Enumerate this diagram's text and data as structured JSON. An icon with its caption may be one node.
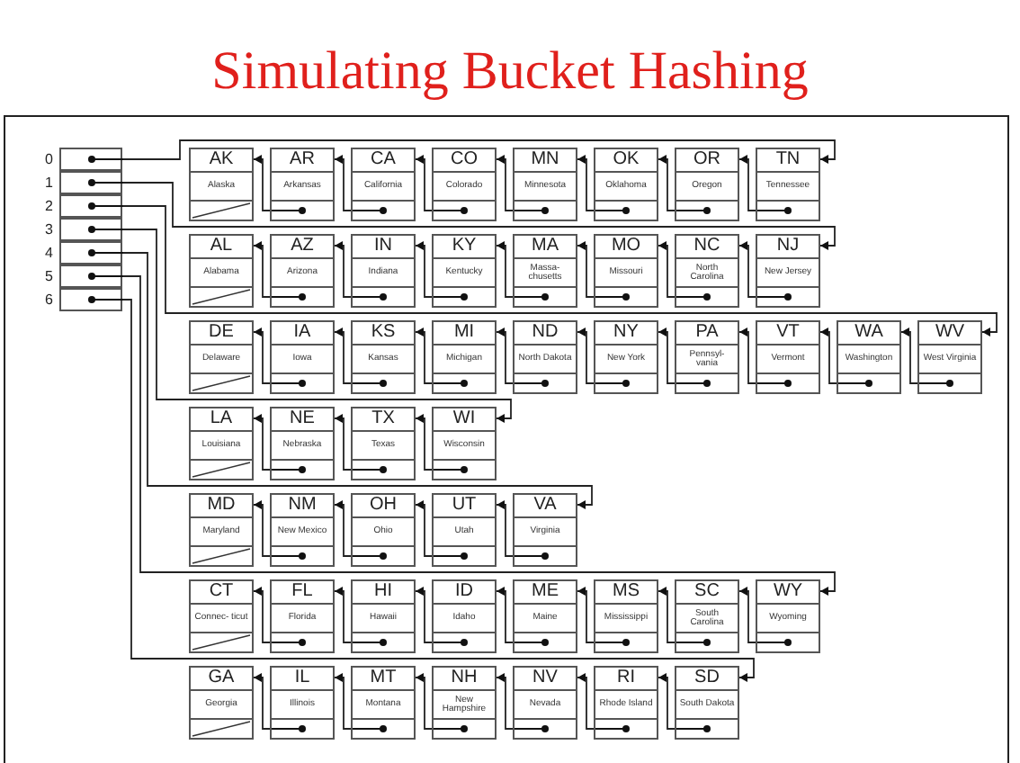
{
  "diagram": {
    "title": "Simulating Bucket Hashing",
    "nodes": [
      {
        "text": [
          "0"
        ]
      },
      {
        "text": [
          "1"
        ]
      },
      {
        "text": [
          "2"
        ]
      },
      {
        "text": [
          "3"
        ]
      },
      {
        "text": [
          "4"
        ]
      },
      {
        "text": [
          "5"
        ]
      },
      {
        "text": [
          "6"
        ]
      },
      {
        "text": [
          "AK",
          "Alaska"
        ]
      },
      {
        "text": [
          "AR",
          "Arkansas"
        ]
      },
      {
        "text": [
          "CA",
          "California"
        ]
      },
      {
        "text": [
          "CO",
          "Colorado"
        ]
      },
      {
        "text": [
          "MN",
          "Minnesota"
        ]
      },
      {
        "text": [
          "OK",
          "Oklahoma"
        ]
      },
      {
        "text": [
          "OR",
          "Oregon"
        ]
      },
      {
        "text": [
          "TN",
          "Tennessee"
        ]
      },
      {
        "text": [
          "AL",
          "Alabama"
        ]
      },
      {
        "text": [
          "AZ",
          "Arizona"
        ]
      },
      {
        "text": [
          "IN",
          "Indiana"
        ]
      },
      {
        "text": [
          "KY",
          "Kentucky"
        ]
      },
      {
        "text": [
          "MA",
          "Massa- chusetts"
        ]
      },
      {
        "text": [
          "MO",
          "Missouri"
        ]
      },
      {
        "text": [
          "NC",
          "North Carolina"
        ]
      },
      {
        "text": [
          "NJ",
          "New Jersey"
        ]
      },
      {
        "text": [
          "DE",
          "Delaware"
        ]
      },
      {
        "text": [
          "IA",
          "Iowa"
        ]
      },
      {
        "text": [
          "KS",
          "Kansas"
        ]
      },
      {
        "text": [
          "MI",
          "Michigan"
        ]
      },
      {
        "text": [
          "ND",
          "North Dakota"
        ]
      },
      {
        "text": [
          "NY",
          "New York"
        ]
      },
      {
        "text": [
          "PA",
          "Pennsyl- vania"
        ]
      },
      {
        "text": [
          "VT",
          "Vermont"
        ]
      },
      {
        "text": [
          "WA",
          "Washington"
        ]
      },
      {
        "text": [
          "WV",
          "West Virginia"
        ]
      },
      {
        "text": [
          "LA",
          "Louisiana"
        ]
      },
      {
        "text": [
          "NE",
          "Nebraska"
        ]
      },
      {
        "text": [
          "TX",
          "Texas"
        ]
      },
      {
        "text": [
          "WI",
          "Wisconsin"
        ]
      },
      {
        "text": [
          "MD",
          "Maryland"
        ]
      },
      {
        "text": [
          "NM",
          "New Mexico"
        ]
      },
      {
        "text": [
          "OH",
          "Ohio"
        ]
      },
      {
        "text": [
          "UT",
          "Utah"
        ]
      },
      {
        "text": [
          "VA",
          "Virginia"
        ]
      },
      {
        "text": [
          "CT",
          "Connec- ticut"
        ]
      },
      {
        "text": [
          "FL",
          "Florida"
        ]
      },
      {
        "text": [
          "HI",
          "Hawaii"
        ]
      },
      {
        "text": [
          "ID",
          "Idaho"
        ]
      },
      {
        "text": [
          "ME",
          "Maine"
        ]
      },
      {
        "text": [
          "MS",
          "Mississippi"
        ]
      },
      {
        "text": [
          "SC",
          "South Carolina"
        ]
      },
      {
        "text": [
          "WY",
          "Wyoming"
        ]
      },
      {
        "text": [
          "GA",
          "Georgia"
        ]
      },
      {
        "text": [
          "IL",
          "Illinois"
        ]
      },
      {
        "text": [
          "MT",
          "Montana"
        ]
      },
      {
        "text": [
          "NH",
          "New Hampshire"
        ]
      },
      {
        "text": [
          "NV",
          "Nevada"
        ]
      },
      {
        "text": [
          "RI",
          "Rhode Island"
        ]
      },
      {
        "text": [
          "SD",
          "South Dakota"
        ]
      }
    ],
    "edges": [
      {
        "from": 0,
        "to": 14,
        "arrow": "to"
      },
      {
        "from": 14,
        "to": 13,
        "arrow": "to"
      },
      {
        "from": 13,
        "to": 12,
        "arrow": "to"
      },
      {
        "from": 12,
        "to": 11,
        "arrow": "to"
      },
      {
        "from": 11,
        "to": 10,
        "arrow": "to"
      },
      {
        "from": 10,
        "to": 9,
        "arrow": "to"
      },
      {
        "from": 9,
        "to": 8,
        "arrow": "to"
      },
      {
        "from": 8,
        "to": 7,
        "arrow": "to"
      },
      {
        "from": 1,
        "to": 22,
        "arrow": "to"
      },
      {
        "from": 22,
        "to": 21,
        "arrow": "to"
      },
      {
        "from": 21,
        "to": 20,
        "arrow": "to"
      },
      {
        "from": 20,
        "to": 19,
        "arrow": "to"
      },
      {
        "from": 19,
        "to": 18,
        "arrow": "to"
      },
      {
        "from": 18,
        "to": 17,
        "arrow": "to"
      },
      {
        "from": 17,
        "to": 16,
        "arrow": "to"
      },
      {
        "from": 16,
        "to": 15,
        "arrow": "to"
      },
      {
        "from": 2,
        "to": 32,
        "arrow": "to"
      },
      {
        "from": 32,
        "to": 31,
        "arrow": "to"
      },
      {
        "from": 31,
        "to": 30,
        "arrow": "to"
      },
      {
        "from": 30,
        "to": 29,
        "arrow": "to"
      },
      {
        "from": 29,
        "to": 28,
        "arrow": "to"
      },
      {
        "from": 28,
        "to": 27,
        "arrow": "to"
      },
      {
        "from": 27,
        "to": 26,
        "arrow": "to"
      },
      {
        "from": 26,
        "to": 25,
        "arrow": "to"
      },
      {
        "from": 25,
        "to": 24,
        "arrow": "to"
      },
      {
        "from": 24,
        "to": 23,
        "arrow": "to"
      },
      {
        "from": 3,
        "to": 36,
        "arrow": "to"
      },
      {
        "from": 36,
        "to": 35,
        "arrow": "to"
      },
      {
        "from": 35,
        "to": 34,
        "arrow": "to"
      },
      {
        "from": 34,
        "to": 33,
        "arrow": "to"
      },
      {
        "from": 4,
        "to": 41,
        "arrow": "to"
      },
      {
        "from": 41,
        "to": 40,
        "arrow": "to"
      },
      {
        "from": 40,
        "to": 39,
        "arrow": "to"
      },
      {
        "from": 39,
        "to": 38,
        "arrow": "to"
      },
      {
        "from": 38,
        "to": 37,
        "arrow": "to"
      },
      {
        "from": 5,
        "to": 49,
        "arrow": "to"
      },
      {
        "from": 49,
        "to": 48,
        "arrow": "to"
      },
      {
        "from": 48,
        "to": 47,
        "arrow": "to"
      },
      {
        "from": 47,
        "to": 46,
        "arrow": "to"
      },
      {
        "from": 46,
        "to": 45,
        "arrow": "to"
      },
      {
        "from": 45,
        "to": 44,
        "arrow": "to"
      },
      {
        "from": 44,
        "to": 43,
        "arrow": "to"
      },
      {
        "from": 43,
        "to": 42,
        "arrow": "to"
      },
      {
        "from": 6,
        "to": 56,
        "arrow": "to"
      },
      {
        "from": 56,
        "to": 55,
        "arrow": "to"
      },
      {
        "from": 55,
        "to": 54,
        "arrow": "to"
      },
      {
        "from": 54,
        "to": 53,
        "arrow": "to"
      },
      {
        "from": 53,
        "to": 52,
        "arrow": "to"
      },
      {
        "from": 52,
        "to": 51,
        "arrow": "to"
      },
      {
        "from": 51,
        "to": 50,
        "arrow": "to"
      }
    ]
  }
}
